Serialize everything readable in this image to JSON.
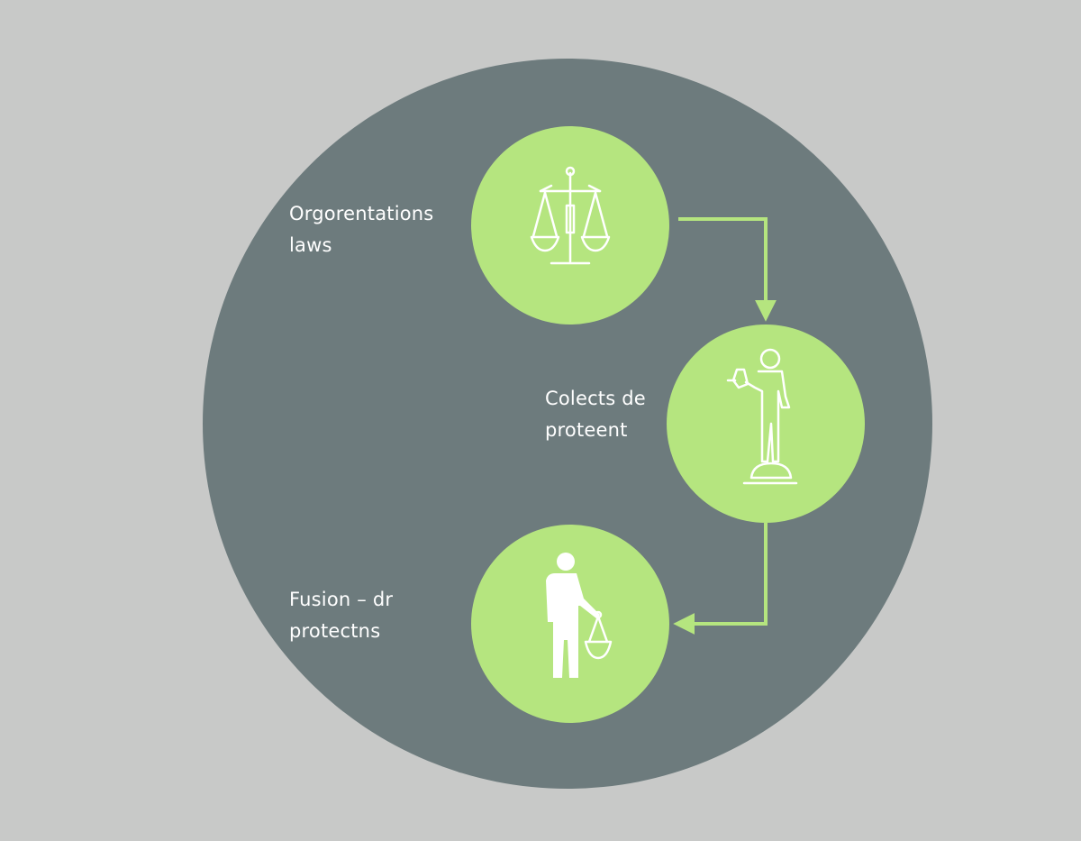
{
  "colors": {
    "background": "#c8c9c8",
    "big_circle": "#6d7b7d",
    "node_fill": "#b5e57f",
    "arrow": "#b5e57f",
    "icon_stroke": "#ffffff",
    "text": "#ffffff"
  },
  "nodes": [
    {
      "id": "orgorentations-laws",
      "icon": "scales-of-justice-icon",
      "label_lines": [
        "Orgorentations",
        "laws"
      ]
    },
    {
      "id": "colects-de-proteent",
      "icon": "person-statue-icon",
      "label_lines": [
        "Colects de",
        "proteent"
      ]
    },
    {
      "id": "fusion-dr-protectns",
      "icon": "person-holding-scale-icon",
      "label_lines": [
        "Fusion – dr",
        "protectns"
      ]
    }
  ],
  "edges": [
    {
      "from": "orgorentations-laws",
      "to": "colects-de-proteent"
    },
    {
      "from": "colects-de-proteent",
      "to": "fusion-dr-protectns"
    }
  ]
}
